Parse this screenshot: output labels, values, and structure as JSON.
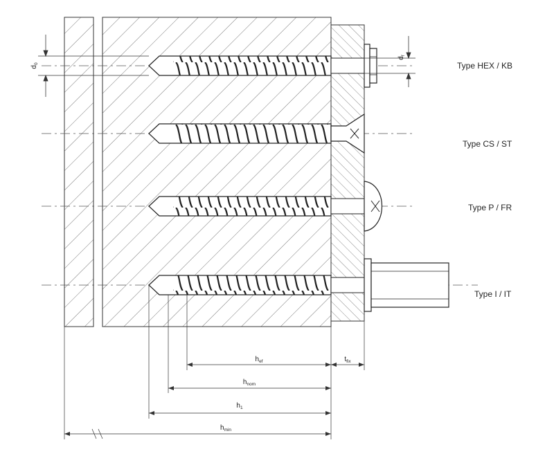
{
  "anchor_types": [
    {
      "label": "Type HEX / KB",
      "head": "hex"
    },
    {
      "label": "Type CS / ST",
      "head": "countersunk"
    },
    {
      "label": "Type P / FR",
      "head": "pan"
    },
    {
      "label": "Type I / IT",
      "head": "internal-thread"
    }
  ],
  "dimensions": {
    "d0": {
      "main": "d",
      "sub": "0"
    },
    "df": {
      "main": "d",
      "sub": "f"
    },
    "hef": {
      "main": "h",
      "sub": "ef"
    },
    "tfix": {
      "main": "t",
      "sub": "fix"
    },
    "hnom": {
      "main": "h",
      "sub": "nom"
    },
    "h1": {
      "main": "h",
      "sub": "1"
    },
    "hmin": {
      "main": "h",
      "sub": "min"
    }
  },
  "colors": {
    "line": "#333333",
    "hatch": "#555555",
    "background": "#ffffff"
  }
}
